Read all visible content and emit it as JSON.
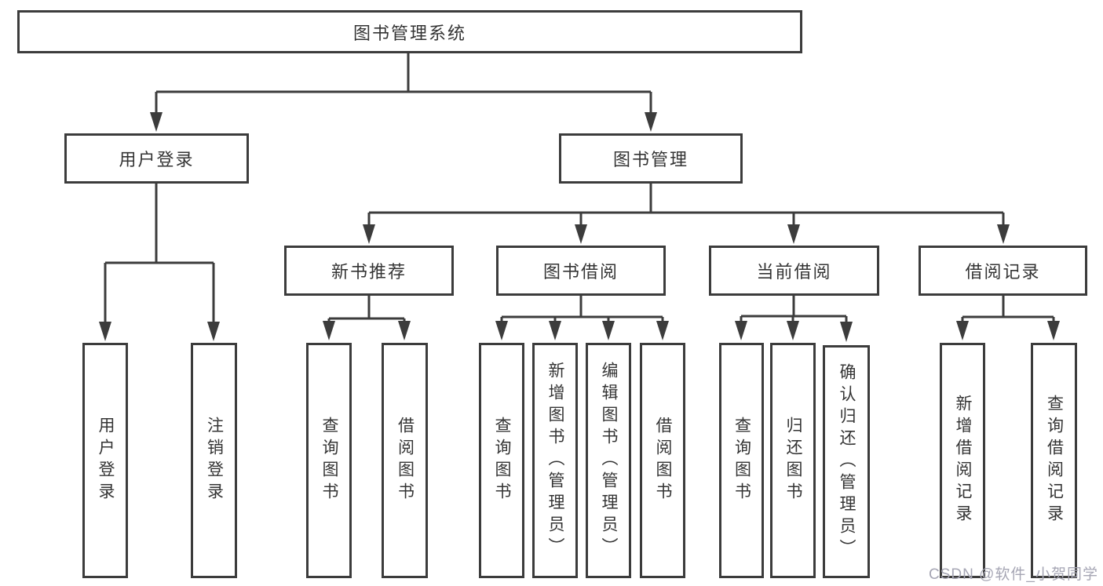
{
  "tree": {
    "label": "图书管理系统",
    "children": [
      {
        "label": "用户登录",
        "children": [
          {
            "label": "用户登录"
          },
          {
            "label": "注销登录"
          }
        ]
      },
      {
        "label": "图书管理",
        "children": [
          {
            "label": "新书推荐",
            "children": [
              {
                "label": "查询图书"
              },
              {
                "label": "借阅图书"
              }
            ]
          },
          {
            "label": "图书借阅",
            "children": [
              {
                "label": "查询图书"
              },
              {
                "label": "新增图书（管理员）"
              },
              {
                "label": "编辑图书（管理员）"
              },
              {
                "label": "借阅图书"
              }
            ]
          },
          {
            "label": "当前借阅",
            "children": [
              {
                "label": "查询图书"
              },
              {
                "label": "归还图书"
              },
              {
                "label": "确认归还（管理员）"
              }
            ]
          },
          {
            "label": "借阅记录",
            "children": [
              {
                "label": "新增借阅记录"
              },
              {
                "label": "查询借阅记录"
              }
            ]
          }
        ]
      }
    ]
  },
  "watermark": {
    "text": "CSDN @软件_小贺同学"
  },
  "colors": {
    "line": "#3c3c3c",
    "border": "#3c3c3c",
    "text": "#343434",
    "watermark": "#a6a6b4",
    "background": "#ffffff"
  }
}
